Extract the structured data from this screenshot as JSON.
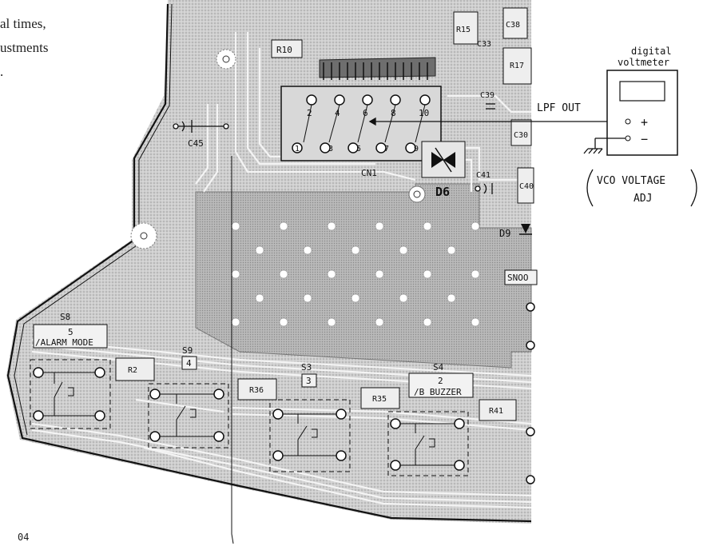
{
  "body_text": {
    "line1": "al times,",
    "line2": "ustments",
    "line3": "."
  },
  "page_number": "04",
  "meter": {
    "title_line1": "digital",
    "title_line2": "voltmeter",
    "plus": "+",
    "minus": "−",
    "caption_line1": "VCO VOLTAGE",
    "caption_line2": "ADJ"
  },
  "labels": {
    "lpf_out": "LPF OUT",
    "cn1": "CN1",
    "d6": "D6",
    "d9": "D9",
    "c45": "C45",
    "c39": "C39",
    "c41": "C41",
    "c33": "C33",
    "c38": "C38",
    "c30": "C30",
    "c40": "C40",
    "r15": "R15",
    "r17": "R17",
    "r10": "R10",
    "r36": "R36",
    "r35": "R35",
    "r41": "R41",
    "r2": "R2",
    "snooze": "SNOO",
    "s8": "S8",
    "s8_num": "5",
    "s8_name": "/ALARM MODE",
    "s9": "S9",
    "s9_num": "4",
    "s3": "S3",
    "s3_num": "3",
    "s4": "S4",
    "s4_num": "2",
    "s4_name": "/B BUZZER"
  },
  "connector_pins": {
    "top": [
      "2",
      "4",
      "6",
      "8",
      "10"
    ],
    "bottom": [
      "1",
      "3",
      "5",
      "7",
      "9"
    ]
  }
}
